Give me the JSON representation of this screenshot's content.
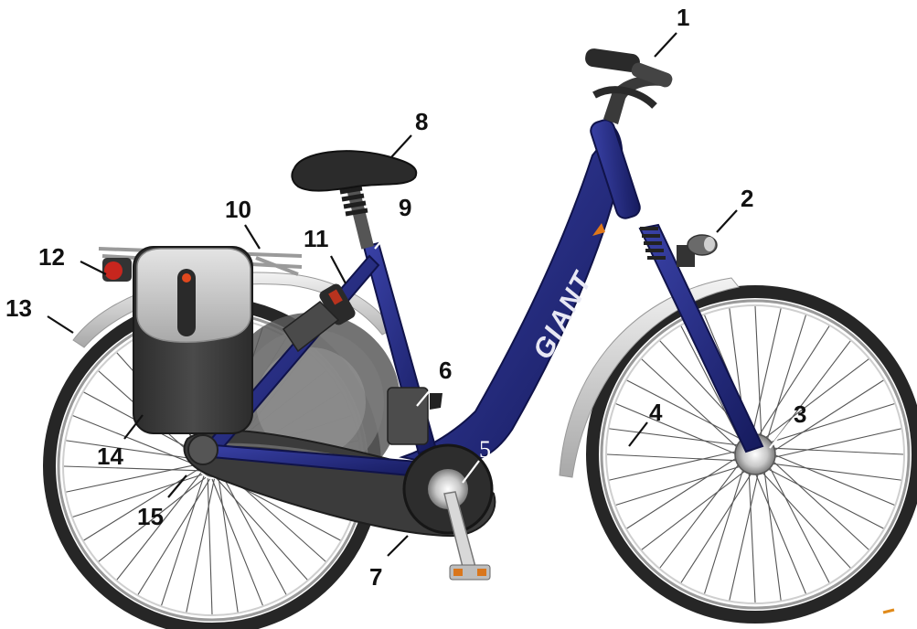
{
  "frame_brand": "GIANT",
  "callouts": {
    "c1": "1",
    "c2": "2",
    "c3": "3",
    "c4": "4",
    "c5": "5",
    "c6": "6",
    "c7": "7",
    "c8": "8",
    "c9": "9",
    "c10": "10",
    "c11": "11",
    "c12": "12",
    "c13": "13",
    "c14": "14",
    "c15": "15"
  },
  "colors": {
    "frame": "#1f2470",
    "frame_highlight": "#4a52b8",
    "tire": "#2a2a2a",
    "fender": "#d9d9d9",
    "saddle": "#2b2b2b",
    "bag_body": "#3a3a3a",
    "bag_flap": "#c9c9c9",
    "accent_red": "#d63a1a"
  }
}
